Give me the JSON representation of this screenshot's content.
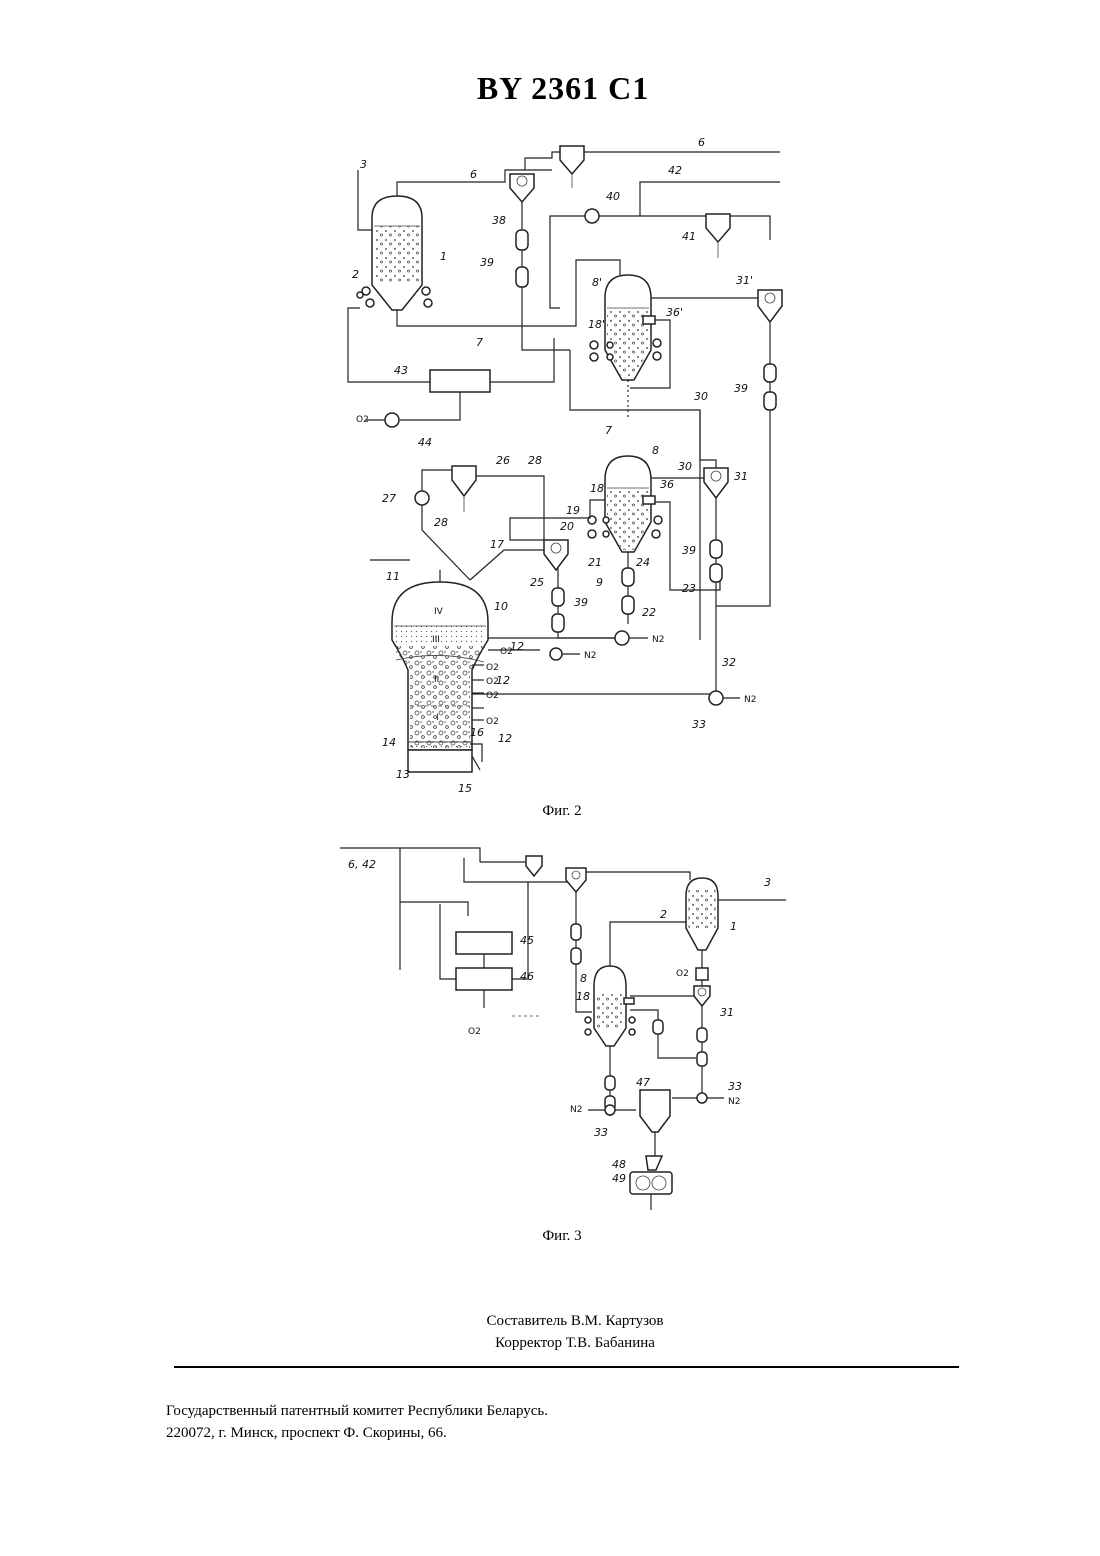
{
  "document": {
    "number": "BY 2361 C1"
  },
  "figures": {
    "fig2": {
      "caption": "Фиг. 2",
      "labels": {
        "l1": "1",
        "l2": "2",
        "l3": "3",
        "l6a": "6",
        "l6b": "6",
        "l7a": "7",
        "l7b": "7",
        "l8": "8",
        "l8p": "8'",
        "l9": "9",
        "l10": "10",
        "l11": "11",
        "l12a": "12",
        "l12b": "12",
        "l12c": "12",
        "l13": "13",
        "l14": "14",
        "l15": "15",
        "l16": "16",
        "l17": "17",
        "l18": "18",
        "l18p": "18'",
        "l19": "19",
        "l20": "20",
        "l21": "21",
        "l22": "22",
        "l23": "23",
        "l24": "24",
        "l25": "25",
        "l26": "26",
        "l27": "27",
        "l28a": "28",
        "l28b": "28",
        "l30a": "30",
        "l30b": "30",
        "l31": "31",
        "l31p": "31'",
        "l32": "32",
        "l33": "33",
        "l36": "36",
        "l36p": "36'",
        "l38": "38",
        "l39a": "39",
        "l39b": "39",
        "l39c": "39",
        "l39d": "39",
        "l40": "40",
        "l41": "41",
        "l42": "42",
        "l43": "43",
        "l44": "44",
        "zoneIV": "IV",
        "zoneIII": "III",
        "zoneII": "II",
        "zoneI": "I",
        "o2a": "O2",
        "o2b": "O2",
        "o2c": "O2",
        "o2d": "O2",
        "o2e": "O2",
        "o2f": "O2",
        "n2a": "N2",
        "n2b": "N2",
        "n2c": "N2"
      }
    },
    "fig3": {
      "caption": "Фиг. 3",
      "labels": {
        "l642": "6, 42",
        "l1": "1",
        "l2": "2",
        "l3": "3",
        "l8": "8",
        "l18": "18",
        "l31": "31",
        "l33a": "33",
        "l33b": "33",
        "l45": "45",
        "l46": "46",
        "l47": "47",
        "l48": "48",
        "l49": "49",
        "o2a": "O2",
        "o2b": "O2",
        "n2a": "N2",
        "n2b": "N2"
      }
    }
  },
  "credits": {
    "compiler": "Составитель В.М. Картузов",
    "corrector": "Корректор Т.В. Бабанина"
  },
  "footer": {
    "line1": "Государственный патентный комитет Республики Беларусь.",
    "line2": "220072, г. Минск, проспект Ф. Скорины, 66."
  }
}
